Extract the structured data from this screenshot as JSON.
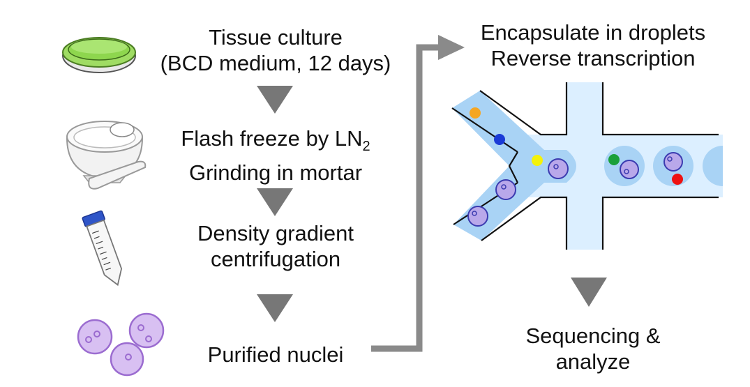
{
  "steps": {
    "tissue_culture": {
      "line1": "Tissue culture",
      "line2": "(BCD medium, 12 days)"
    },
    "freeze": {
      "line1_prefix": "Flash freeze by LN",
      "line1_subscript": "2",
      "line2": "Grinding in mortar"
    },
    "density": {
      "line1": "Density gradient",
      "line2": "centrifugation"
    },
    "nuclei": {
      "line1": "Purified nuclei"
    },
    "encapsulate": {
      "line1": "Encapsulate in droplets",
      "line2": "Reverse transcription"
    },
    "sequencing": {
      "line1": "Sequencing &",
      "line2": "analyze"
    }
  },
  "icons": [
    "petri-dish-icon",
    "mortar-pestle-icon",
    "centrifuge-tube-icon",
    "nuclei-icon",
    "microfluidic-chip-icon"
  ],
  "colors": {
    "arrow": "#777777",
    "channel_fill": "#a9d3f5",
    "channel_light": "#dcefff",
    "droplet": "#c6e3fb",
    "nucleus_fill": "#b9a8ea",
    "nucleus_stroke": "#3b3bb0",
    "purified_nucleus": "#d5bcf0",
    "purified_stroke": "#9b6cd0",
    "petri_green": "#8ed64e",
    "bead_orange": "#f5a623",
    "bead_blue": "#1a3ad6",
    "bead_yellow": "#f4f20a",
    "bead_green": "#19a03a",
    "bead_red": "#ee1111"
  }
}
